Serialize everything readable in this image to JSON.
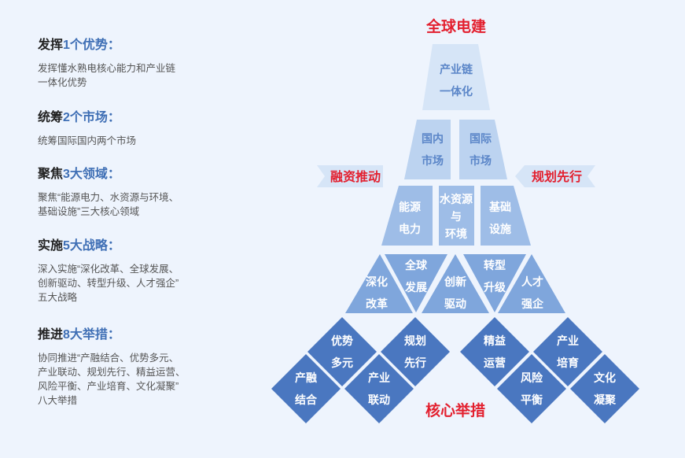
{
  "left_items": [
    {
      "title_pre": "发挥",
      "title_num": "1个优势",
      "title_post": "：",
      "desc": "发挥懂水熟电核心能力和产业链\n一体化优势"
    },
    {
      "title_pre": "统筹",
      "title_num": "2个市场",
      "title_post": "：",
      "desc": "统筹国际国内两个市场"
    },
    {
      "title_pre": "聚焦",
      "title_num": "3大领域",
      "title_post": "：",
      "desc": "聚焦“能源电力、水资源与环境、\n基础设施”三大核心领域"
    },
    {
      "title_pre": "实施",
      "title_num": "5大战略",
      "title_post": "：",
      "desc": "深入实施“深化改革、全球发展、\n创新驱动、转型升级、人才强企”\n五大战略"
    },
    {
      "title_pre": "推进",
      "title_num": "8大举措",
      "title_post": "：",
      "desc": "协同推进“产融结合、优势多元、\n产业联动、规划先行、精益运营、\n风险平衡、产业培育、文化凝聚”\n八大举措"
    }
  ],
  "diagram": {
    "top_title": "全球电建",
    "bottom_title": "核心举措",
    "left_arrow": "融资推动",
    "right_arrow": "规划先行",
    "tier1": [
      "产业链\n一体化"
    ],
    "tier2": [
      "国内\n市场",
      "国际\n市场"
    ],
    "tier3": [
      "能源\n电力",
      "水资源\n与\n环境",
      "基础\n设施"
    ],
    "tier4": [
      "深化\n改革",
      "全球\n发展",
      "创新\n驱动",
      "转型\n升级",
      "人才\n强企"
    ],
    "tier5": [
      "产融\n结合",
      "优势\n多元",
      "产业\n联动",
      "规划\n先行",
      "精益\n运营",
      "风险\n平衡",
      "产业\n培育",
      "文化\n凝聚"
    ]
  },
  "colors": {
    "tier1": "#d6e5f7",
    "tier2": "#bcd3f0",
    "tier3": "#9ebde7",
    "tier4": "#7fa6dc",
    "tier5": "#4a77c0",
    "text_light_bg": "#5b86c8",
    "accent_red": "#e3202f",
    "number_blue": "#3f6fb5"
  }
}
